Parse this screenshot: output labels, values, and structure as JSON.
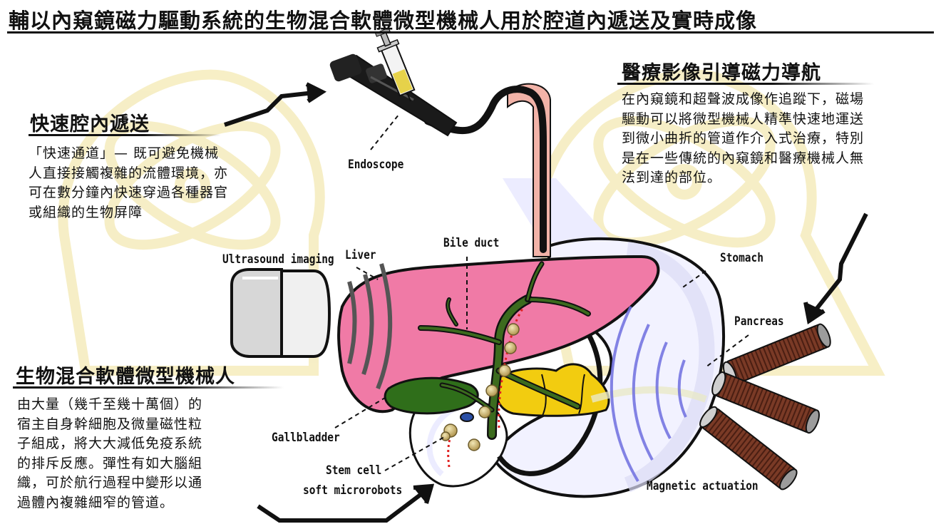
{
  "title": "輔以內窺鏡磁力驅動系統的生物混合軟體微型機械人用於腔道內遞送及實時成像",
  "sections": {
    "fast_delivery": {
      "heading": "快速腔內遞送",
      "lines": [
        "「快速通道」— 既可避免機械",
        "人直接接觸複雜的流體環境，亦",
        "可在數分鐘內快速穿過各種器官",
        "或組織的生物屏障"
      ]
    },
    "navigation": {
      "heading": "醫療影像引導磁力導航",
      "lines": [
        "在內窺鏡和超聲波成像作追蹤下，磁場",
        "驅動可以將微型機械人精準快速地運送",
        "到微小曲折的管道作介入式治療，特別",
        "是在一些傳統的內窺鏡和醫療機械人無",
        "法到達的部位。"
      ]
    },
    "robot": {
      "heading": "生物混合軟體微型機械人",
      "lines": [
        "由大量（幾千至幾十萬個）的",
        "宿主自身幹細胞及微量磁性粒",
        "子組成，將大大減低免疫系統",
        "的排斥反應。彈性有如大腦組",
        "織，可於航行過程中變形以通",
        "過體內複雜細窄的管道。"
      ]
    }
  },
  "labels": {
    "endoscope": "Endoscope",
    "ultrasound": "Ultrasound imaging",
    "liver": "Liver",
    "bile_duct": "Bile duct",
    "stomach": "Stomach",
    "pancreas": "Pancreas",
    "gallbladder": "Gallbladder",
    "stem_cell_1": "Stem cell",
    "stem_cell_2": "soft microrobots",
    "magnetic": "Magnetic actuation"
  },
  "colors": {
    "liver": "#f07aa6",
    "bile_duct": "#3c6b1e",
    "gallbladder": "#2f6e1a",
    "pancreas": "#f2cc10",
    "magnet_body": "#7a3a26",
    "magnetic_field": "#6f6fe0",
    "stomach_shade": "#ececff",
    "watermark": "#f6edc0",
    "esophagus": "#f2b3a8",
    "text": "#111111"
  }
}
